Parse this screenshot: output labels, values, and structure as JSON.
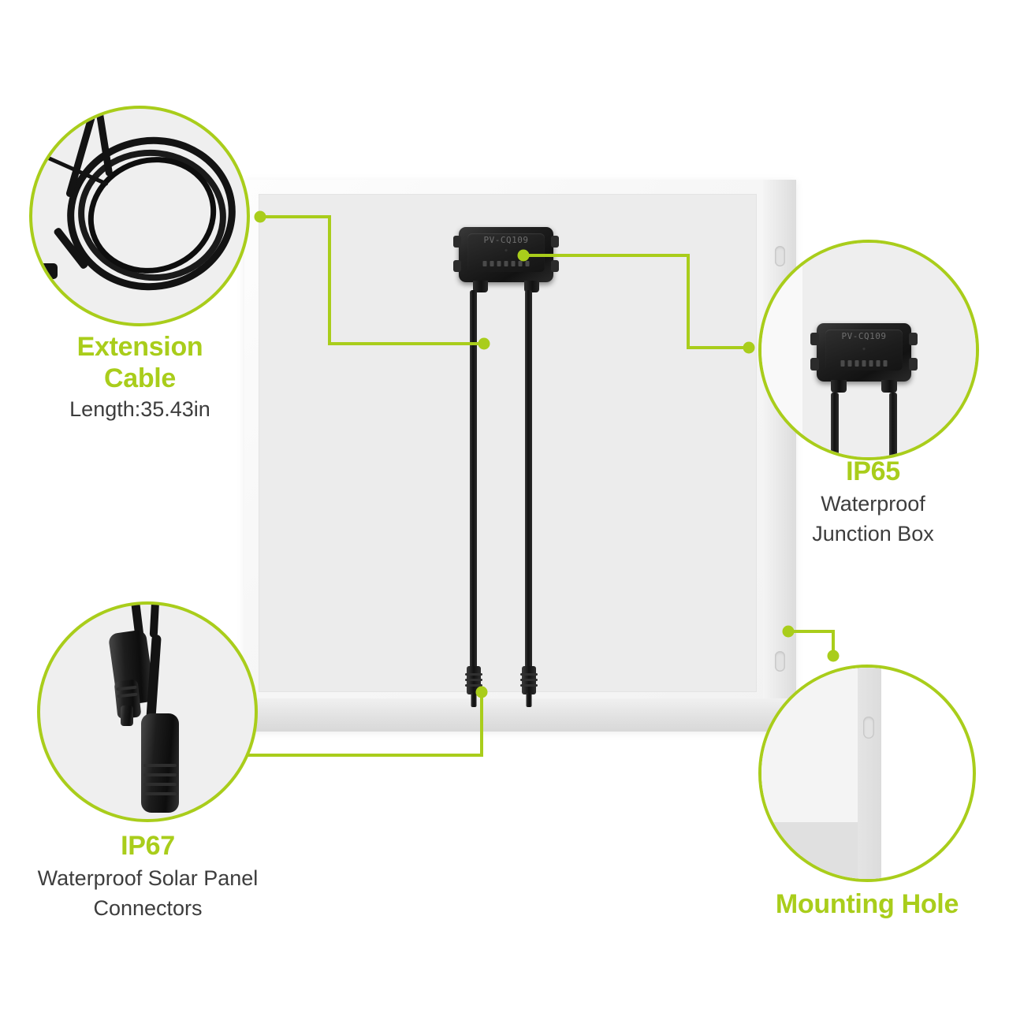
{
  "document": {
    "title": "Solar Panel Feature Callout Diagram",
    "background_color": "#ffffff"
  },
  "colors": {
    "accent_green": "#a9cd1b",
    "body_text": "#3d3d3d",
    "panel_back": "#ececec",
    "panel_frame": "#f5f5f5",
    "cable_black": "#131313"
  },
  "product": {
    "name": "solar-panel",
    "junction_box_marking": "PV-CQ109",
    "mounting_holes_visible": 2
  },
  "callouts": [
    {
      "id": "extension-cable",
      "title": "Extension\nCable",
      "title_line1": "Extension",
      "title_line2": "Cable",
      "subtitle": "Length:35.43in",
      "subtitle_lines": [
        "Length:35.43in"
      ],
      "position": "top-left",
      "photo": "coiled-black-extension-cable"
    },
    {
      "id": "waterproof-junction-box",
      "title": "IP65",
      "title_line1": "IP65",
      "title_line2": "",
      "subtitle": "Waterproof Junction Box",
      "subtitle_lines": [
        "Waterproof",
        "Junction Box"
      ],
      "position": "right",
      "photo": "junction-box-closeup",
      "box_marking": "PV-CQ109"
    },
    {
      "id": "waterproof-connectors",
      "title": "IP67",
      "title_line1": "IP67",
      "title_line2": "",
      "subtitle": "Waterproof Solar Panel Connectors",
      "subtitle_lines": [
        "Waterproof Solar Panel",
        "Connectors"
      ],
      "position": "bottom-left",
      "photo": "mc4-connectors-closeup"
    },
    {
      "id": "mounting-hole",
      "title": "Mounting Hole",
      "title_line1": "Mounting Hole",
      "title_line2": "",
      "subtitle": "",
      "subtitle_lines": [],
      "position": "bottom-right",
      "photo": "panel-corner-mounting-hole-closeup"
    }
  ]
}
